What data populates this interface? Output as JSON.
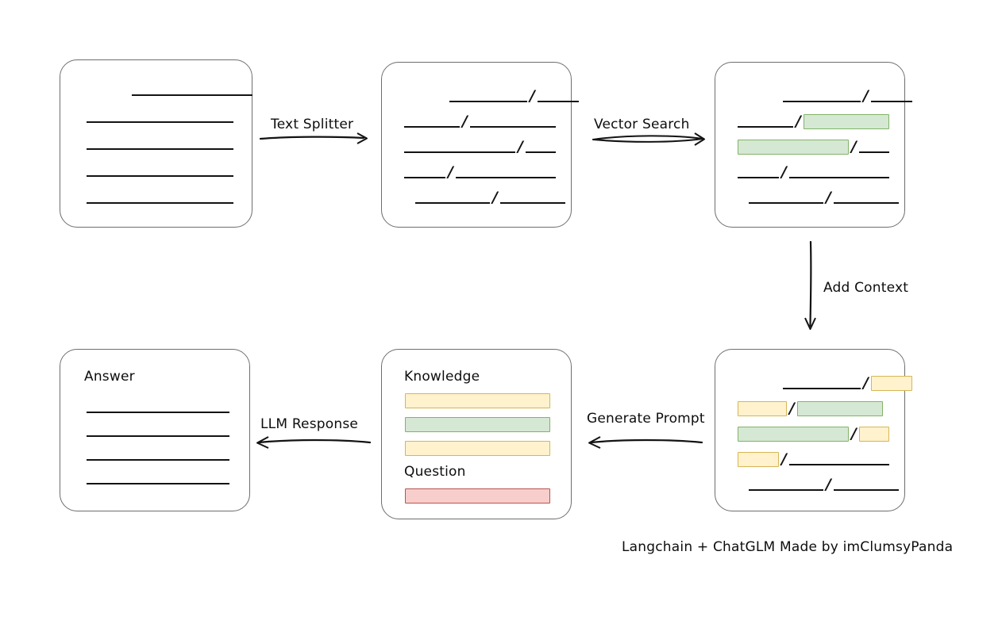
{
  "footer": {
    "text": "Langchain + ChatGLM Made by imClumsyPanda"
  },
  "edges": [
    {
      "id": "text-splitter",
      "label": "Text Splitter",
      "direction": "right"
    },
    {
      "id": "vector-search",
      "label": "Vector Search",
      "direction": "right"
    },
    {
      "id": "add-context",
      "label": "Add Context",
      "direction": "down"
    },
    {
      "id": "generate-prompt",
      "label": "Generate Prompt",
      "direction": "left"
    },
    {
      "id": "llm-response",
      "label": "LLM Response",
      "direction": "left"
    }
  ],
  "cards": {
    "source_document": {
      "name": "source-document",
      "rows": [
        [
          {
            "kind": "line",
            "w": 152
          }
        ],
        [
          {
            "kind": "line",
            "w": 185
          }
        ],
        [
          {
            "kind": "line",
            "w": 185
          }
        ],
        [
          {
            "kind": "line",
            "w": 185
          }
        ],
        [
          {
            "kind": "line",
            "w": 185
          }
        ]
      ]
    },
    "split_document": {
      "name": "split-document",
      "rows": [
        [
          {
            "kind": "line",
            "w": 98
          },
          {
            "kind": "slash"
          },
          {
            "kind": "line",
            "w": 52
          }
        ],
        [
          {
            "kind": "line",
            "w": 70
          },
          {
            "kind": "slash"
          },
          {
            "kind": "line",
            "w": 108
          }
        ],
        [
          {
            "kind": "line",
            "w": 140
          },
          {
            "kind": "slash"
          },
          {
            "kind": "line",
            "w": 38
          }
        ],
        [
          {
            "kind": "line",
            "w": 52
          },
          {
            "kind": "slash"
          },
          {
            "kind": "line",
            "w": 126
          }
        ],
        [
          {
            "kind": "line",
            "w": 94
          },
          {
            "kind": "slash"
          },
          {
            "kind": "line",
            "w": 82
          }
        ]
      ]
    },
    "vector_matched_document": {
      "name": "vector-matched-document",
      "rows": [
        [
          {
            "kind": "line",
            "w": 98
          },
          {
            "kind": "slash"
          },
          {
            "kind": "line",
            "w": 52
          }
        ],
        [
          {
            "kind": "line",
            "w": 70
          },
          {
            "kind": "slash"
          },
          {
            "kind": "box",
            "w": 108,
            "color": "green"
          }
        ],
        [
          {
            "kind": "box",
            "w": 140,
            "color": "green"
          },
          {
            "kind": "slash"
          },
          {
            "kind": "line",
            "w": 38
          }
        ],
        [
          {
            "kind": "line",
            "w": 52
          },
          {
            "kind": "slash"
          },
          {
            "kind": "line",
            "w": 126
          }
        ],
        [
          {
            "kind": "line",
            "w": 94
          },
          {
            "kind": "slash"
          },
          {
            "kind": "line",
            "w": 82
          }
        ]
      ]
    },
    "context_document": {
      "name": "context-document",
      "rows": [
        [
          {
            "kind": "line",
            "w": 98
          },
          {
            "kind": "slash"
          },
          {
            "kind": "box",
            "w": 52,
            "color": "yellow"
          }
        ],
        [
          {
            "kind": "box",
            "w": 62,
            "color": "yellow"
          },
          {
            "kind": "slash"
          },
          {
            "kind": "box",
            "w": 108,
            "color": "green"
          }
        ],
        [
          {
            "kind": "box",
            "w": 140,
            "color": "green"
          },
          {
            "kind": "slash"
          },
          {
            "kind": "box",
            "w": 38,
            "color": "yellow"
          }
        ],
        [
          {
            "kind": "box",
            "w": 52,
            "color": "yellow"
          },
          {
            "kind": "slash"
          },
          {
            "kind": "line",
            "w": 126
          }
        ],
        [
          {
            "kind": "line",
            "w": 94
          },
          {
            "kind": "slash"
          },
          {
            "kind": "line",
            "w": 82
          }
        ]
      ]
    },
    "prompt": {
      "name": "prompt-card",
      "knowledge_label": "Knowledge",
      "question_label": "Question",
      "knowledge_bars": [
        {
          "color": "yellow"
        },
        {
          "color": "green"
        },
        {
          "color": "yellow"
        }
      ],
      "question_bars": [
        {
          "color": "red"
        }
      ]
    },
    "answer": {
      "name": "answer-card",
      "title": "Answer",
      "rows": [
        [
          {
            "kind": "line",
            "w": 180
          }
        ],
        [
          {
            "kind": "line",
            "w": 180
          }
        ],
        [
          {
            "kind": "line",
            "w": 180
          }
        ],
        [
          {
            "kind": "line",
            "w": 180
          }
        ]
      ]
    }
  }
}
